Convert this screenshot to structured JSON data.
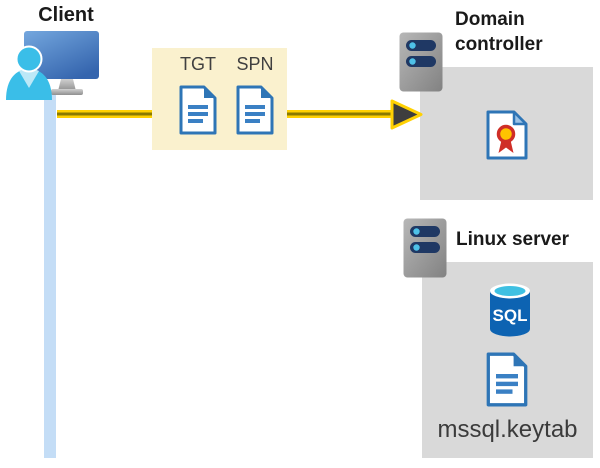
{
  "client": {
    "label": "Client"
  },
  "ticket_box": {
    "tgt_label": "TGT",
    "spn_label": "SPN"
  },
  "domain_controller": {
    "label": "Domain controller"
  },
  "linux_server": {
    "label": "Linux server",
    "sql_text": "SQL",
    "keytab_label": "mssql.keytab"
  },
  "icons": [
    "client-user-workstation-icon",
    "server-icon",
    "document-icon",
    "certificate-icon",
    "sql-database-icon",
    "keytab-document-icon",
    "arrow-right-icon"
  ],
  "colors": {
    "arrow_yellow": "#FFD103",
    "arrow_core": "#8A7A00",
    "arrowhead_dark": "#3E3E3E",
    "ticket_box_bg": "#FAF1CE",
    "server_box_bg": "#D9D9D9",
    "doc_blue": "#2E75B6",
    "person_cyan": "#3ABEE8",
    "connector_blue": "#C4DDF6",
    "sql_body_blue": "#0D63B2",
    "sql_top_cyan": "#3FC0E2",
    "cert_red": "#CF2E27",
    "cert_gold": "#FFC300",
    "server_bar_navy": "#1F3864",
    "title_text": "#1A1A1A"
  }
}
